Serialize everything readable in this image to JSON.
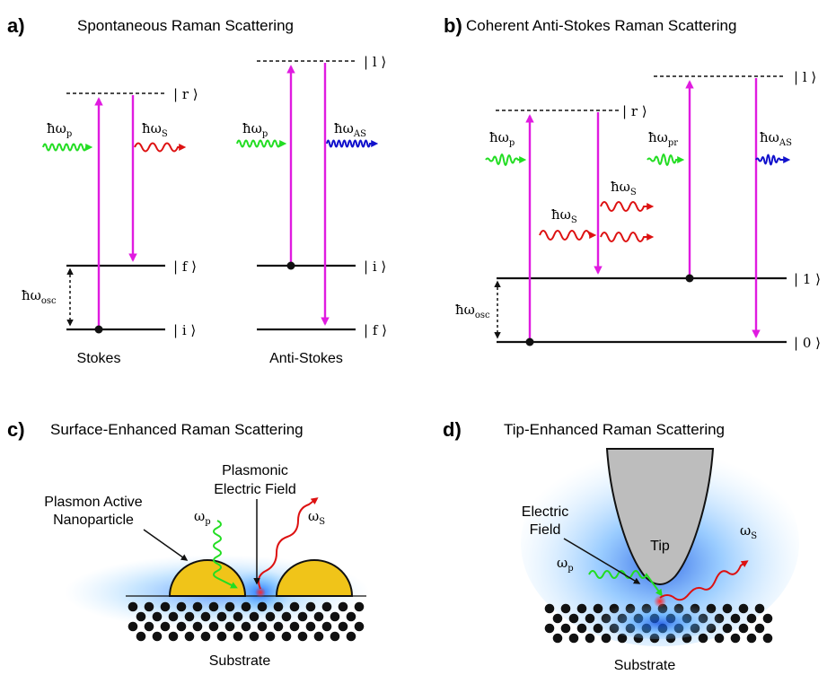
{
  "panel_a": {
    "letter": "a)",
    "title": "Spontaneous Raman Scattering",
    "stokes": {
      "caption": "Stokes",
      "state_r": "| r ⟩",
      "state_f": "| f ⟩",
      "state_i": "| i ⟩",
      "pump": "ħω",
      "pump_sub": "p",
      "scatter": "ħω",
      "scatter_sub": "S",
      "osc": "ħω",
      "osc_sub": "osc"
    },
    "antistokes": {
      "caption": "Anti-Stokes",
      "state_l": "| l ⟩",
      "state_i": "| i ⟩",
      "state_f": "| f ⟩",
      "pump": "ħω",
      "pump_sub": "p",
      "scatter": "ħω",
      "scatter_sub": "AS"
    }
  },
  "panel_b": {
    "letter": "b)",
    "title": "Coherent Anti-Stokes Raman Scattering",
    "state_r": "| r ⟩",
    "state_l": "| l ⟩",
    "state_1": "| 1 ⟩",
    "state_0": "| 0 ⟩",
    "pump": "ħω",
    "pump_sub": "p",
    "stokes1": "ħω",
    "stokes1_sub": "S",
    "stokes2": "ħω",
    "stokes2_sub": "S",
    "probe": "ħω",
    "probe_sub": "pr",
    "antistokes": "ħω",
    "antistokes_sub": "AS",
    "osc": "ħω",
    "osc_sub": "osc"
  },
  "panel_c": {
    "letter": "c)",
    "title": "Surface-Enhanced Raman Scattering",
    "field_line1": "Plasmonic",
    "field_line2": "Electric Field",
    "np_line1": "Plasmon Active",
    "np_line2": "Nanoparticle",
    "in": "ω",
    "in_sub": "p",
    "out": "ω",
    "out_sub": "S",
    "substrate": "Substrate"
  },
  "panel_d": {
    "letter": "d)",
    "title": "Tip-Enhanced Raman Scattering",
    "field_line1": "Electric",
    "field_line2": "Field",
    "tip": "Tip",
    "in": "ω",
    "in_sub": "p",
    "out": "ω",
    "out_sub": "S",
    "substrate": "Substrate"
  },
  "colors": {
    "transition": "#e01be0",
    "pump": "#22dd22",
    "stokes": "#dd1111",
    "antistokes": "#1111cc",
    "nanoparticle": "#f0c419",
    "field": "#3aa0ff",
    "tip": "#bdbdbd"
  }
}
